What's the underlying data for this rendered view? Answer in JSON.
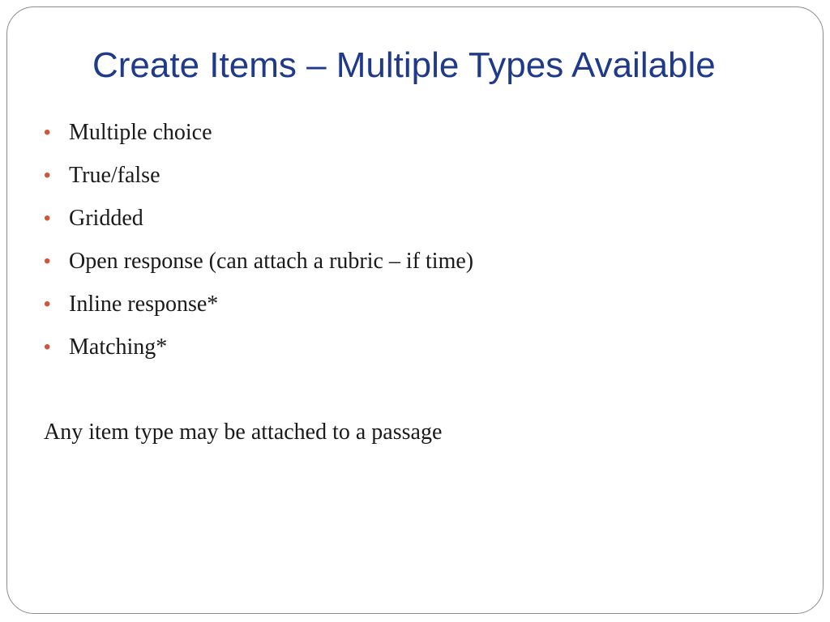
{
  "slide": {
    "title": "Create Items – Multiple Types Available",
    "bullet_glyph": "•",
    "bullets": [
      {
        "text": "Multiple choice"
      },
      {
        "text": "True/false"
      },
      {
        "text": "Gridded"
      },
      {
        "text": "Open response (can attach a rubric – if time)"
      },
      {
        "text": "Inline response*"
      },
      {
        "text": "Matching*"
      }
    ],
    "note": "Any item type may be attached to a passage"
  },
  "colors": {
    "title": "#1f3a8a",
    "bullet": "#d2553a",
    "body_text": "#1a1a1a",
    "frame_border": "#8c8c8c"
  }
}
